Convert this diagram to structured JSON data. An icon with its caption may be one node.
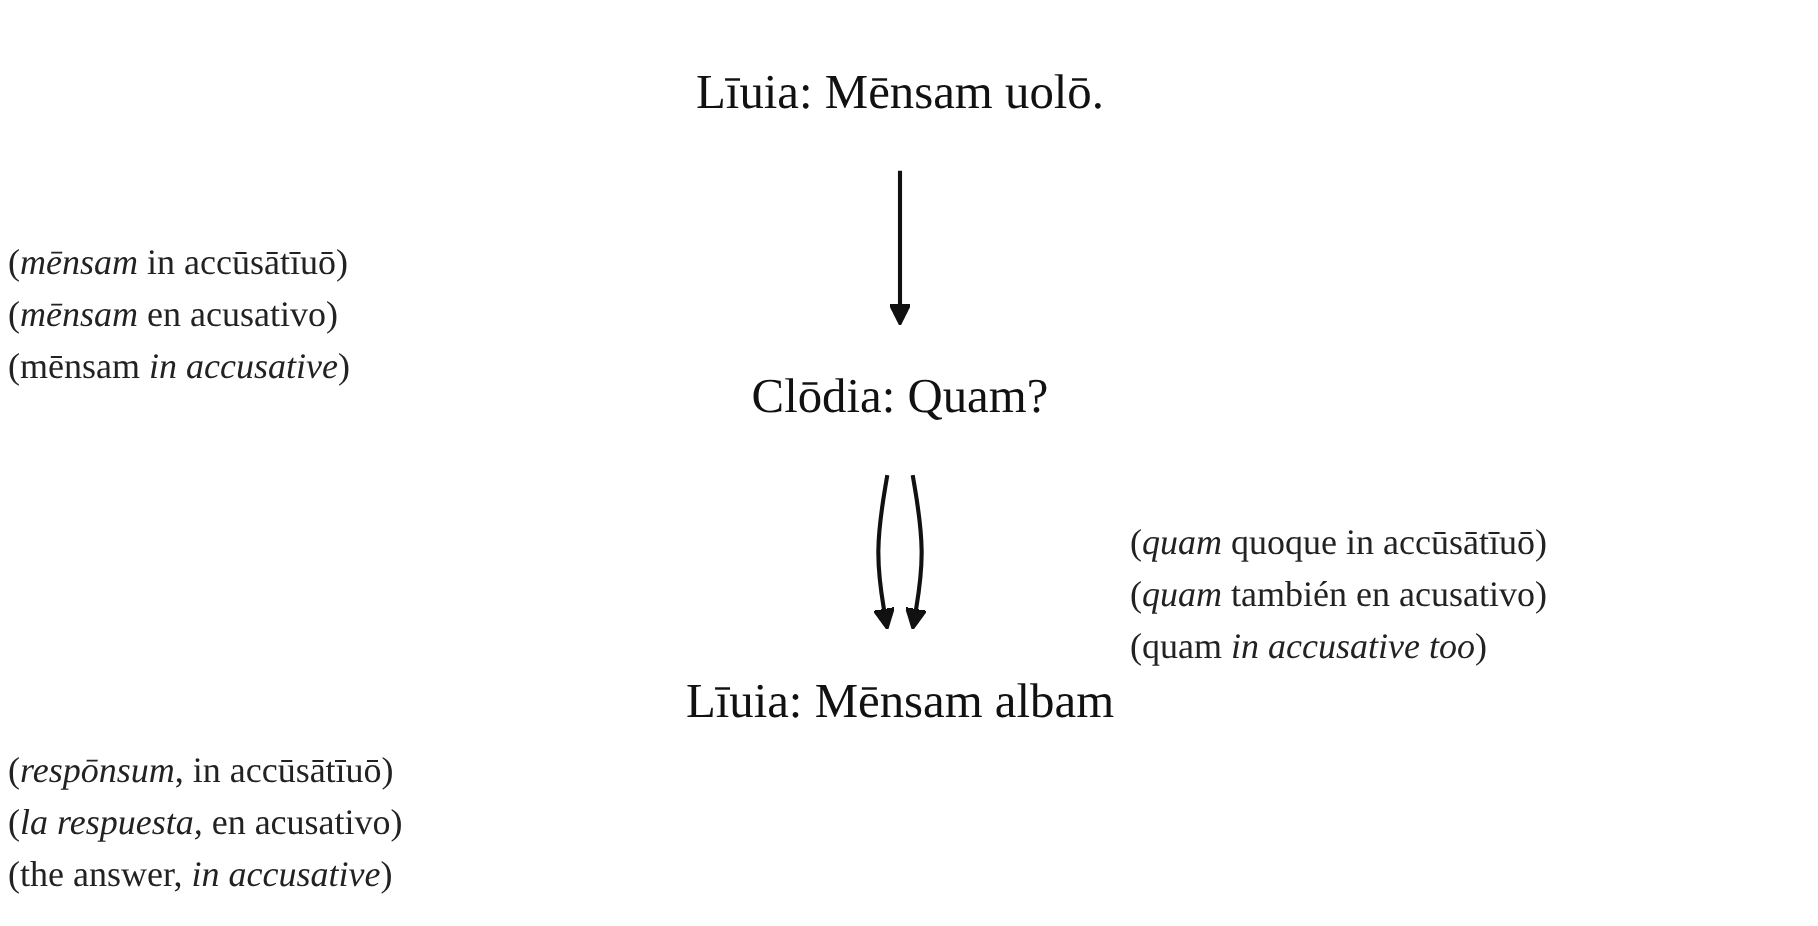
{
  "diagram": {
    "nodes": [
      {
        "text": [
          "Līuia: Mēnsam uolō."
        ]
      },
      {
        "text": [
          "Clōdia: Quam?"
        ]
      },
      {
        "text": [
          "Līuia: Mēnsam albam"
        ]
      }
    ],
    "edges": [
      {
        "from": 0,
        "to": 1,
        "arrow": "to"
      },
      {
        "from": 1,
        "to": 2,
        "arrow": "to"
      },
      {
        "from": 1,
        "to": 2,
        "arrow": "to"
      }
    ],
    "labels": [
      "(*mēnsam* in accūsātīuō)",
      "(*mēnsam* en acusativo)",
      "(mēnsam *in accusative*)",
      "(*quam* quoque in accūsātīuō)",
      "(*quam* también en acusativo)",
      "(quam *in accusative too*)",
      "(*respōnsum*, in accūsātīuō)",
      "(*la respuesta,* en acusativo)",
      "(the answer, *in accusative*)"
    ]
  }
}
